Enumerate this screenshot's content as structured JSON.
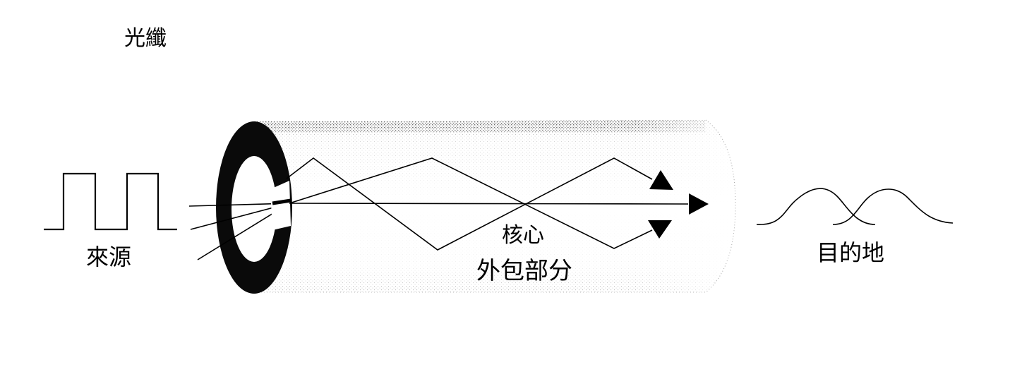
{
  "title": "光纖",
  "labels": {
    "source": "來源",
    "core": "核心",
    "cladding": "外包部分",
    "destination": "目的地"
  },
  "colors": {
    "ink": "#000000",
    "fiber_shade": "#8a8a8a",
    "background": "#ffffff"
  }
}
